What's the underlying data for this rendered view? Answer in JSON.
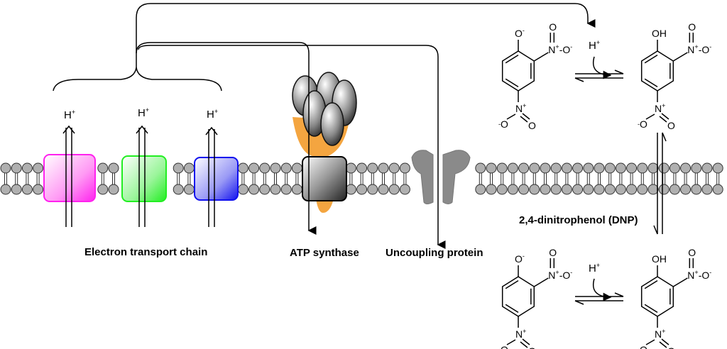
{
  "labels": {
    "etc": "Electron transport chain",
    "atp": "ATP synthase",
    "ucp": "Uncoupling protein",
    "dnp": "2,4-dinitrophenol (DNP)"
  },
  "proton": {
    "symbol": "H",
    "charge": "+"
  },
  "atoms": {
    "O": "O",
    "OH": "OH",
    "N": "N",
    "minus": "-",
    "plus": "+"
  },
  "colors": {
    "complex1": "#ff33ee",
    "complex2": "#33ee33",
    "complex3": "#2233ee",
    "atp_base": "#f4a540",
    "lipid": "#b0b0b0",
    "ucp": "#8a8a8a"
  }
}
